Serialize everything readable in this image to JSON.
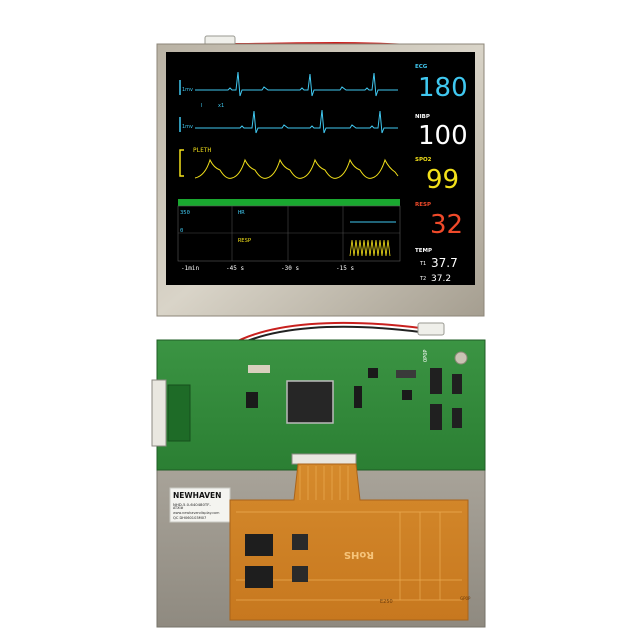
{
  "monitor": {
    "channels": {
      "ecg_label": "ECG",
      "nibp_label": "NIBP",
      "spo2_label": "SPO2",
      "resp_label": "RESP",
      "temp_label": "TEMP"
    },
    "values": {
      "ecg": "180",
      "nibp": "100",
      "spo2": "99",
      "resp": "32",
      "t1_label": "T1",
      "t1": "37.7",
      "t2_label": "T2",
      "t2": "37.2"
    },
    "wave_labels": {
      "lead1_scale": "1mv",
      "lead2_scale": "1mv",
      "lead_marker": "I",
      "gain_marker": "x1",
      "pleth": "PLETH"
    },
    "trend": {
      "max_label": "350",
      "zero_label": "0",
      "hr_label": "HR",
      "resp_label": "RESP",
      "time_axis": [
        "-1min",
        "-45 s",
        "-30 s",
        "-15 s"
      ]
    },
    "colors": {
      "ecg": "#40c8f0",
      "nibp": "#ffffff",
      "spo2": "#f2e01a",
      "resp": "#f04a2a",
      "screen_bg": "#000000",
      "trend_bar": "#1aa830",
      "pcb": "#2f8a38",
      "fpc": "#d9892a"
    }
  },
  "board": {
    "brand": "NEWHAVEN",
    "model_line": "NHD-5.0-640480TF-",
    "model_suffix": "ATXI#",
    "qc_line": "QC DH060103M07",
    "site_url": "www.newhavendisplay.com",
    "rohs": "RoHS",
    "fpc_code": "E250",
    "stickers": [
      "0P0P",
      "GP0P"
    ]
  }
}
